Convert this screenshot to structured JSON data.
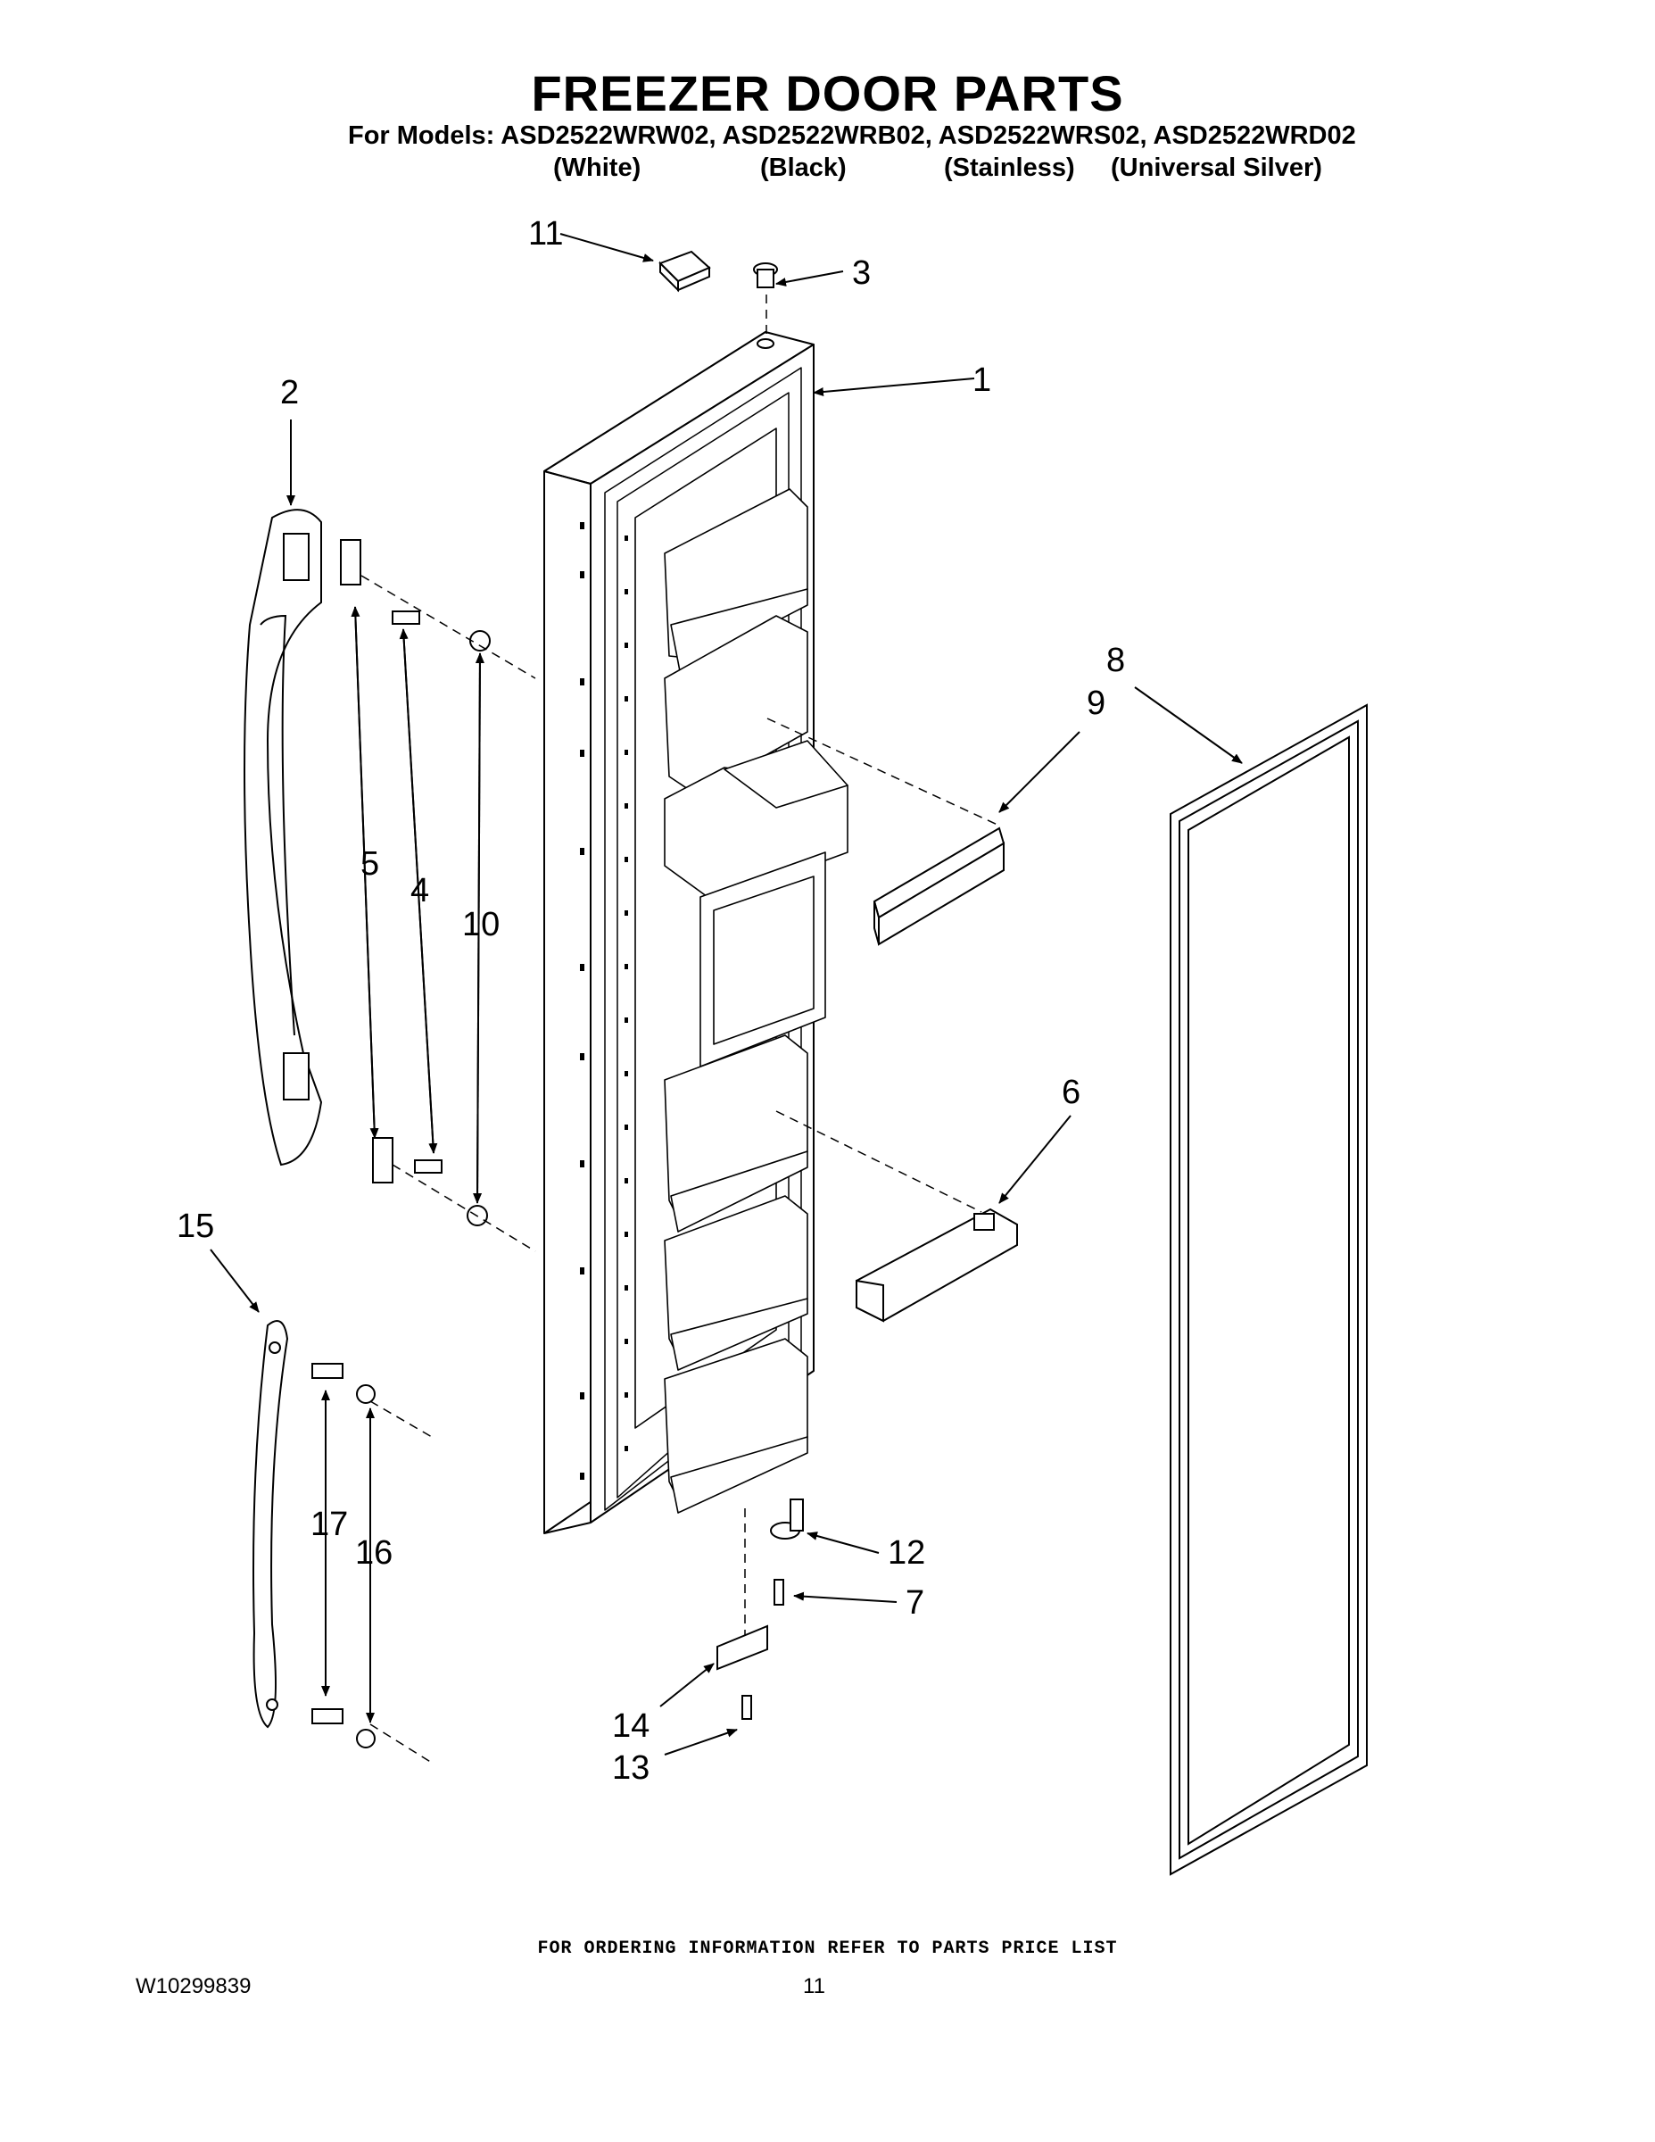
{
  "header": {
    "title": "FREEZER DOOR PARTS",
    "models_line": "For Models: ASD2522WRW02, ASD2522WRB02, ASD2522WRS02, ASD2522WRD02",
    "variants": [
      "(White)",
      "(Black)",
      "(Stainless)",
      "(Universal Silver)"
    ]
  },
  "callouts": {
    "c1": "1",
    "c2": "2",
    "c3": "3",
    "c4": "4",
    "c5": "5",
    "c6": "6",
    "c7": "7",
    "c8": "8",
    "c9": "9",
    "c10": "10",
    "c11": "11",
    "c12": "12",
    "c13": "13",
    "c14": "14",
    "c15": "15",
    "c16": "16",
    "c17": "17"
  },
  "footer": {
    "ordering_note": "FOR ORDERING INFORMATION REFER TO PARTS PRICE LIST",
    "doc_number": "W10299839",
    "page_number": "11"
  }
}
